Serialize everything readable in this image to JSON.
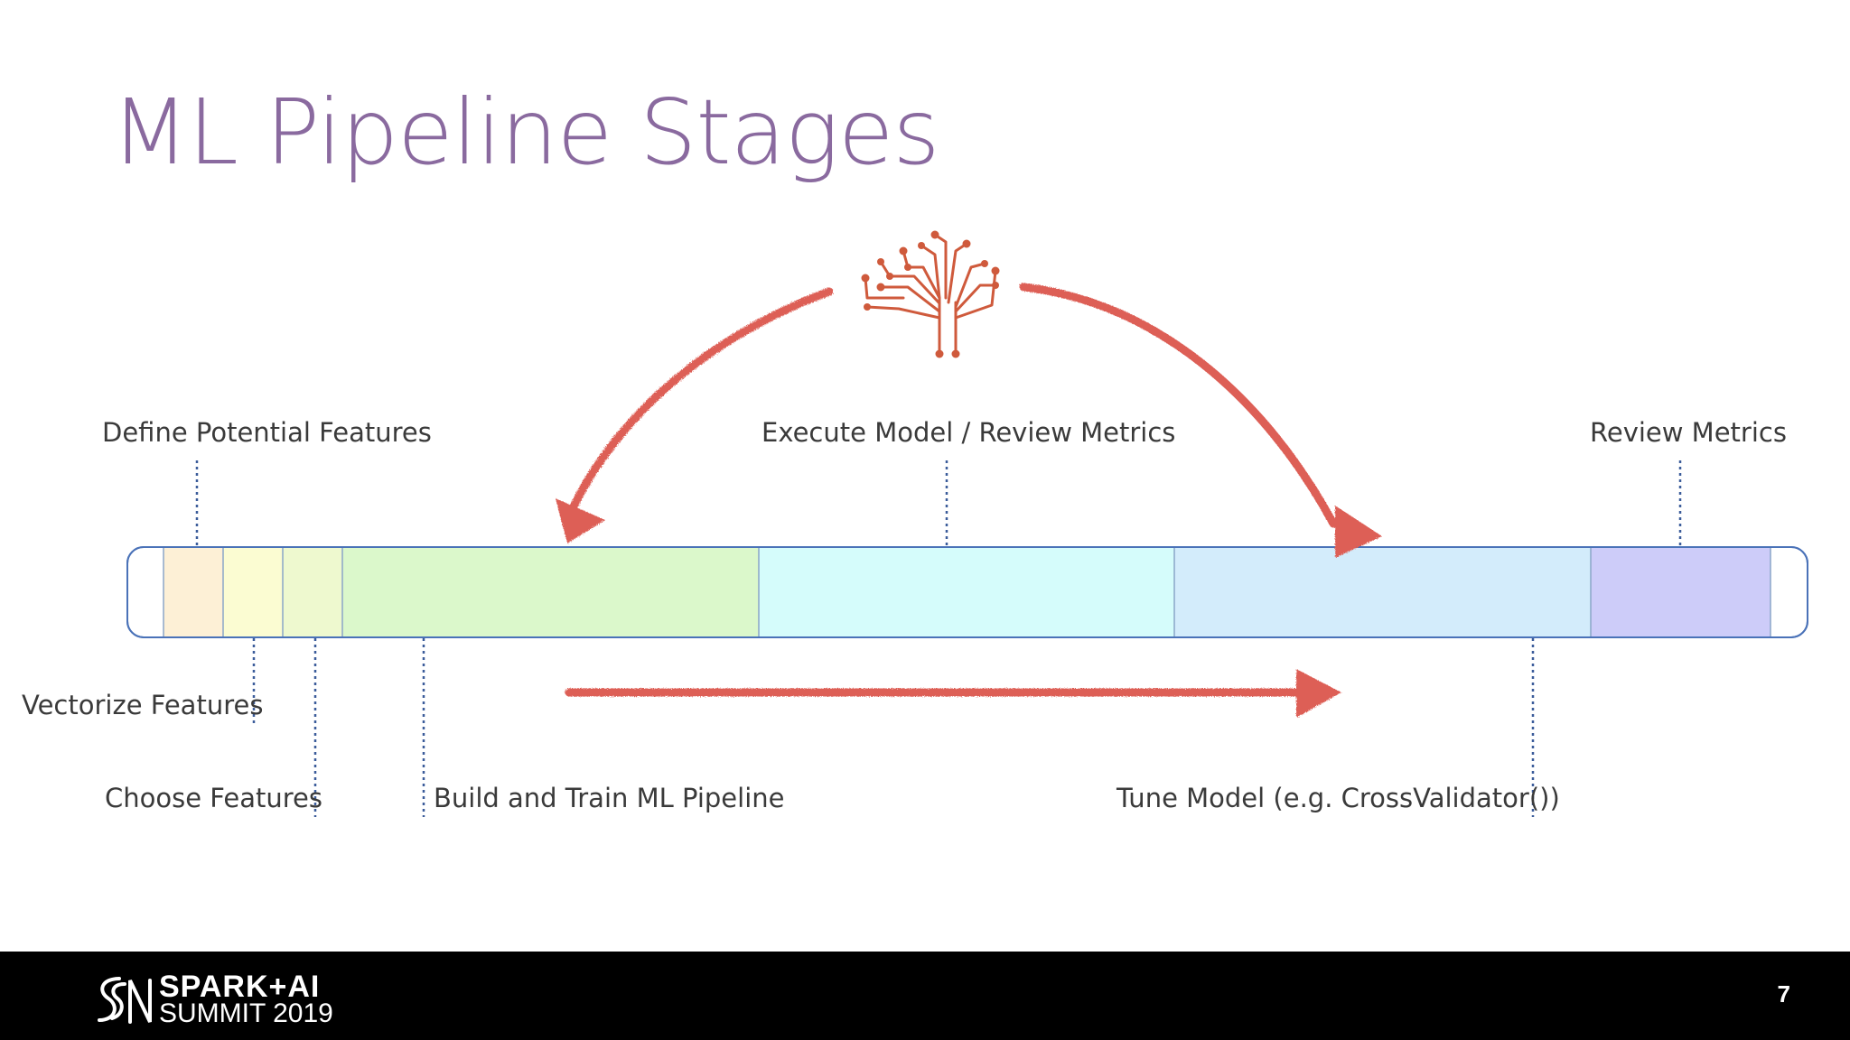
{
  "slide": {
    "title": "ML Pipeline Stages",
    "page_number": "7"
  },
  "labels": {
    "define_potential_features": "Define Potential Features",
    "execute_review": "Execute Model / Review Metrics",
    "review_metrics": "Review Metrics",
    "vectorize_features": "Vectorize Features",
    "choose_features": "Choose Features",
    "build_train": "Build and Train ML Pipeline",
    "tune_model": "Tune Model (e.g. CrossValidator())"
  },
  "logo": {
    "line1": "SPARK+AI",
    "line2": "SUMMIT 2019"
  },
  "colors": {
    "title": "#8a6a9f",
    "arrow": "#dd5e56",
    "bar_border": "#4a72b8",
    "segments": [
      "#fdf0d6",
      "#fbfcd2",
      "#eef9cf",
      "#dbf8cb",
      "#d5fcfb",
      "#d3ecfb",
      "#cdccf9"
    ]
  }
}
